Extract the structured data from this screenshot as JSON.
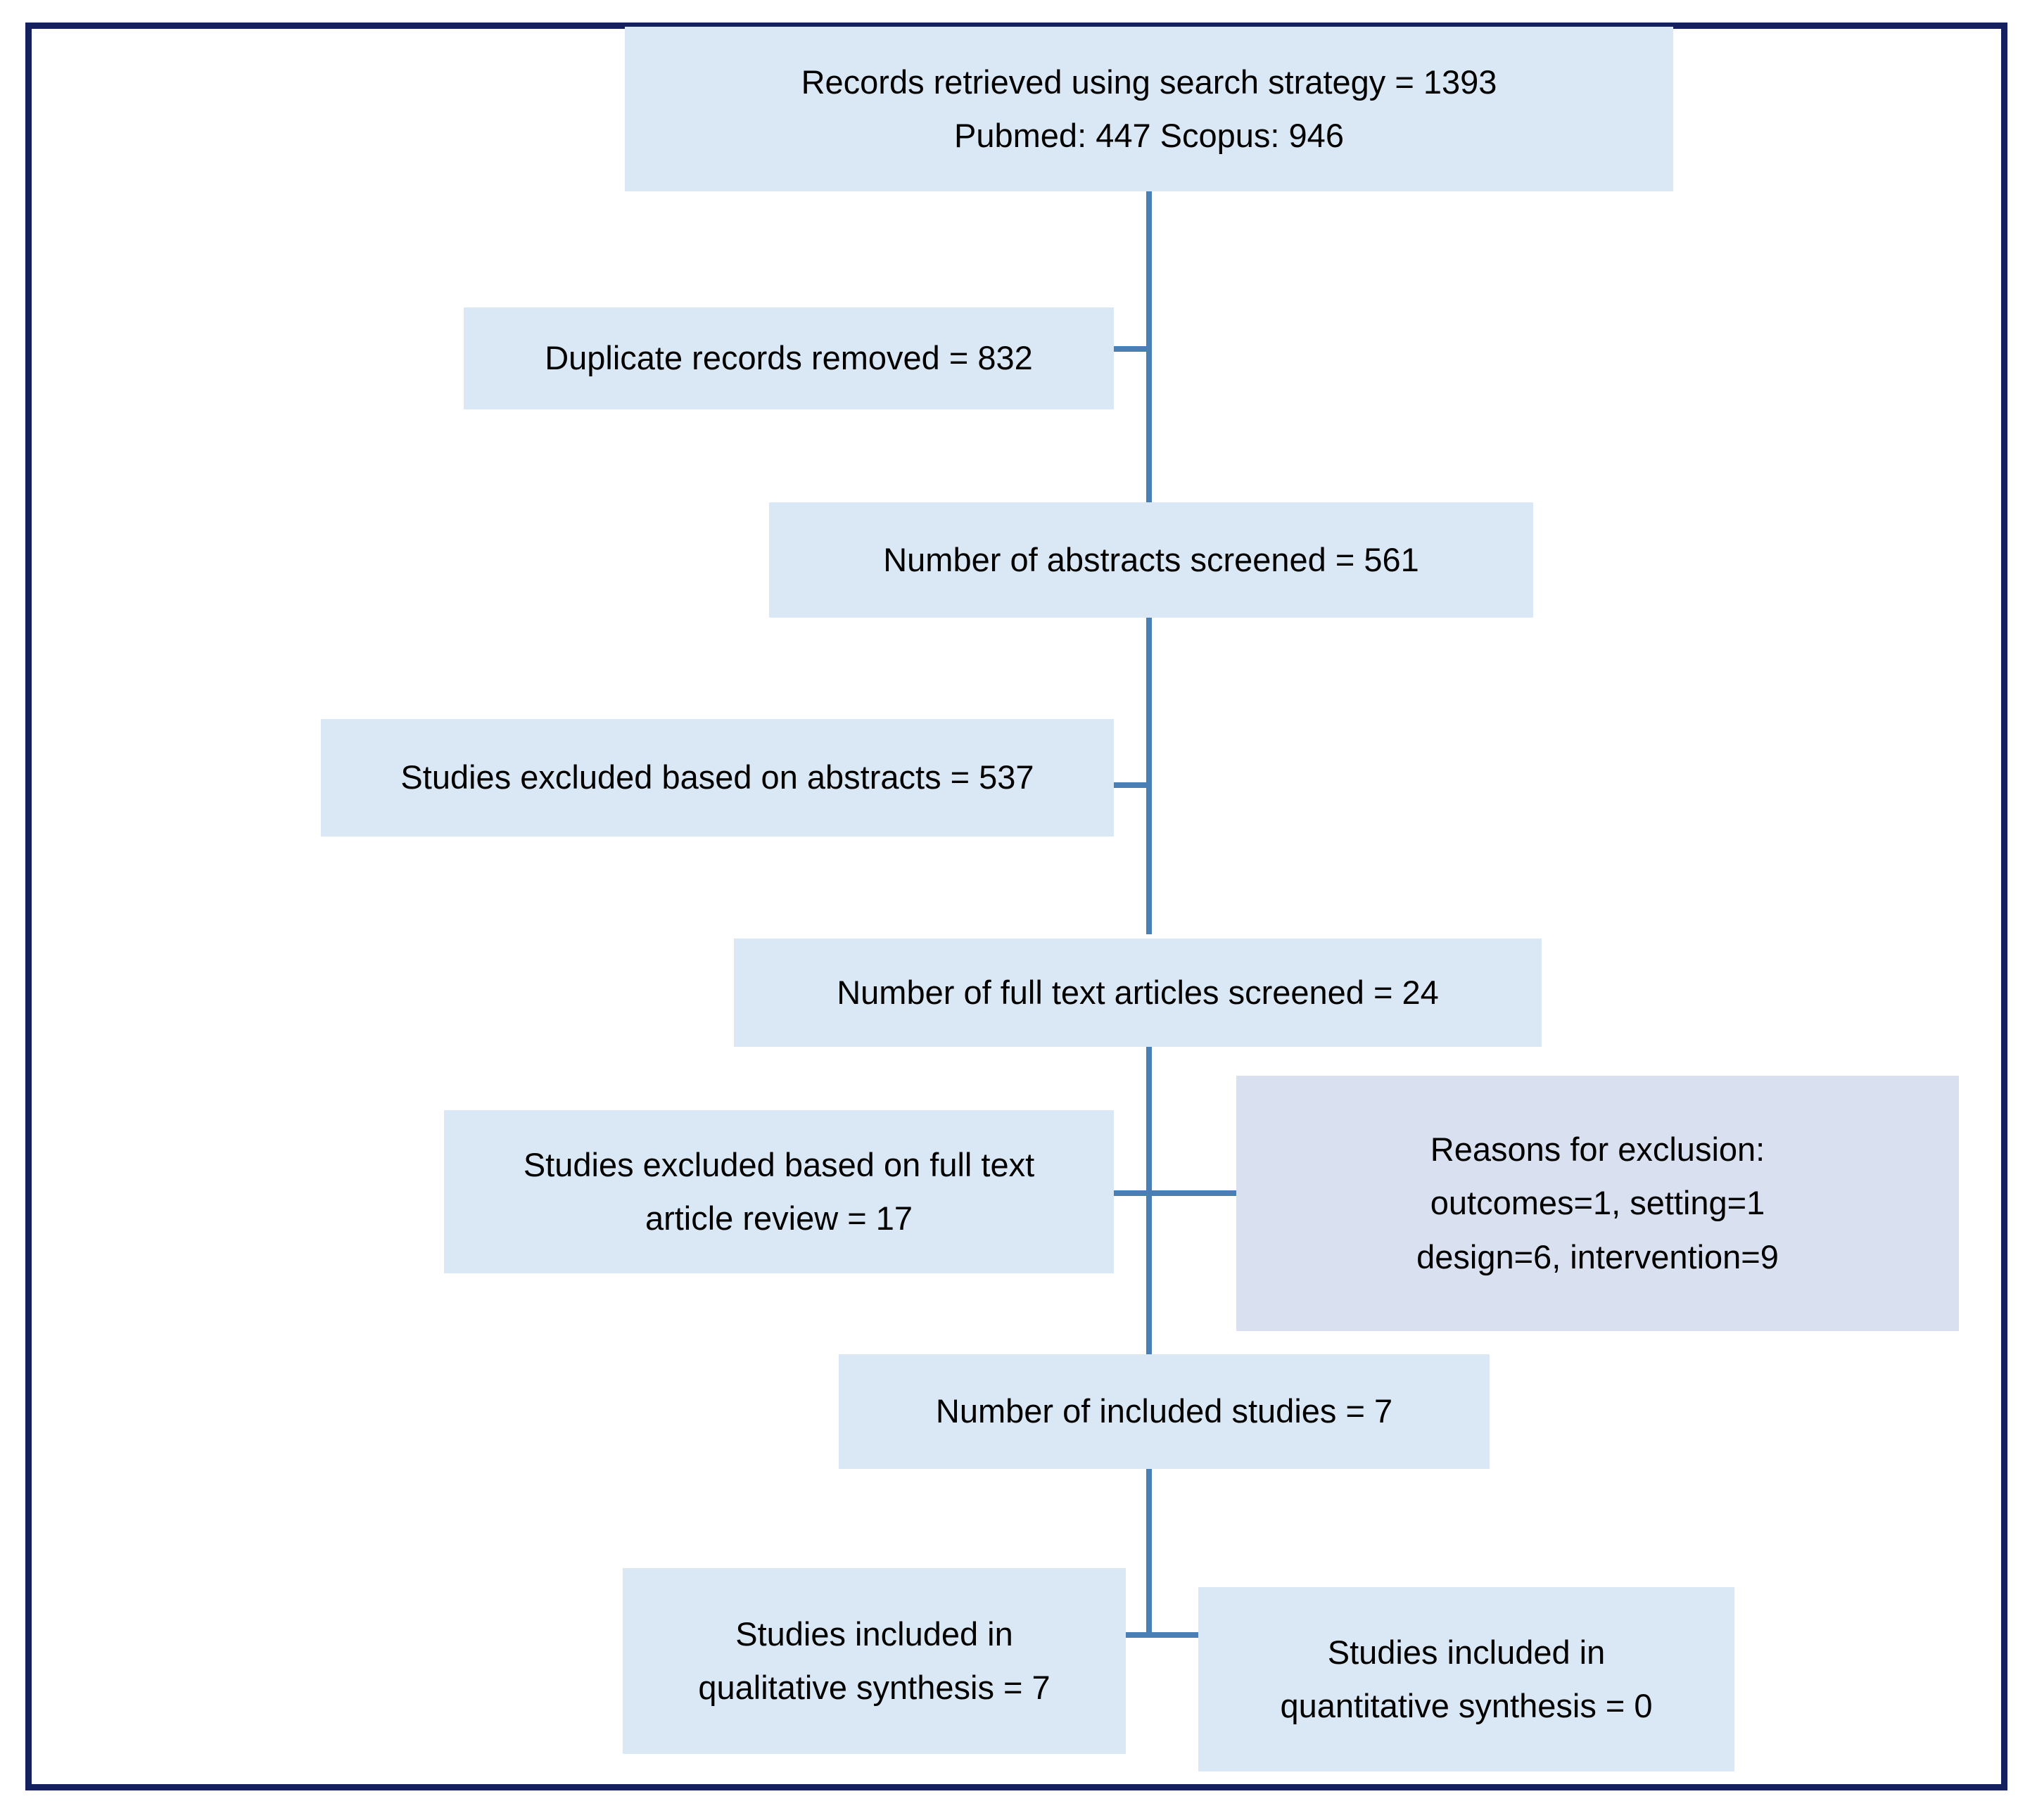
{
  "diagram": {
    "title": "PRISMA study selection flow diagram",
    "type": "flowchart",
    "border_color": "#15205e",
    "box_color": "#dae7f4",
    "accent_box_color": "#d9e0f0",
    "connector_color": "#4a7fb5"
  },
  "nodes": {
    "records_retrieved": {
      "line1": "Records retrieved using search strategy = 1393",
      "line2": "Pubmed: 447  Scopus: 946"
    },
    "duplicates_removed": {
      "line1": "Duplicate records removed = 832"
    },
    "abstracts_screened": {
      "line1": "Number of abstracts screened = 561"
    },
    "excluded_abstracts": {
      "line1": "Studies excluded based on abstracts = 537"
    },
    "fulltext_screened": {
      "line1": "Number of full text articles screened = 24"
    },
    "excluded_fulltext": {
      "line1": "Studies excluded based on full text",
      "line2": "article review = 17"
    },
    "reasons_for_exclusion": {
      "line1": "Reasons for exclusion:",
      "line2": "outcomes=1, setting=1",
      "line3": "design=6, intervention=9"
    },
    "included_studies": {
      "line1": "Number of included studies = 7"
    },
    "qualitative_synthesis": {
      "line1": "Studies included in",
      "line2": "qualitative synthesis = 7"
    },
    "quantitative_synthesis": {
      "line1": "Studies included in",
      "line2": "quantitative synthesis = 0"
    }
  },
  "chart_data": {
    "type": "flowchart",
    "title": "PRISMA flow diagram of study selection",
    "stages": [
      {
        "label": "Records retrieved using search strategy",
        "value": 1393
      },
      {
        "label": "Pubmed",
        "value": 447
      },
      {
        "label": "Scopus",
        "value": 946
      },
      {
        "label": "Duplicate records removed",
        "value": 832
      },
      {
        "label": "Number of abstracts screened",
        "value": 561
      },
      {
        "label": "Studies excluded based on abstracts",
        "value": 537
      },
      {
        "label": "Number of full text articles screened",
        "value": 24
      },
      {
        "label": "Studies excluded based on full text article review",
        "value": 17
      },
      {
        "label": "Number of included studies",
        "value": 7
      },
      {
        "label": "Studies included in qualitative synthesis",
        "value": 7
      },
      {
        "label": "Studies included in quantitative synthesis",
        "value": 0
      }
    ],
    "exclusion_reasons": [
      {
        "label": "outcomes",
        "value": 1
      },
      {
        "label": "setting",
        "value": 1
      },
      {
        "label": "design",
        "value": 6
      },
      {
        "label": "intervention",
        "value": 9
      }
    ]
  }
}
